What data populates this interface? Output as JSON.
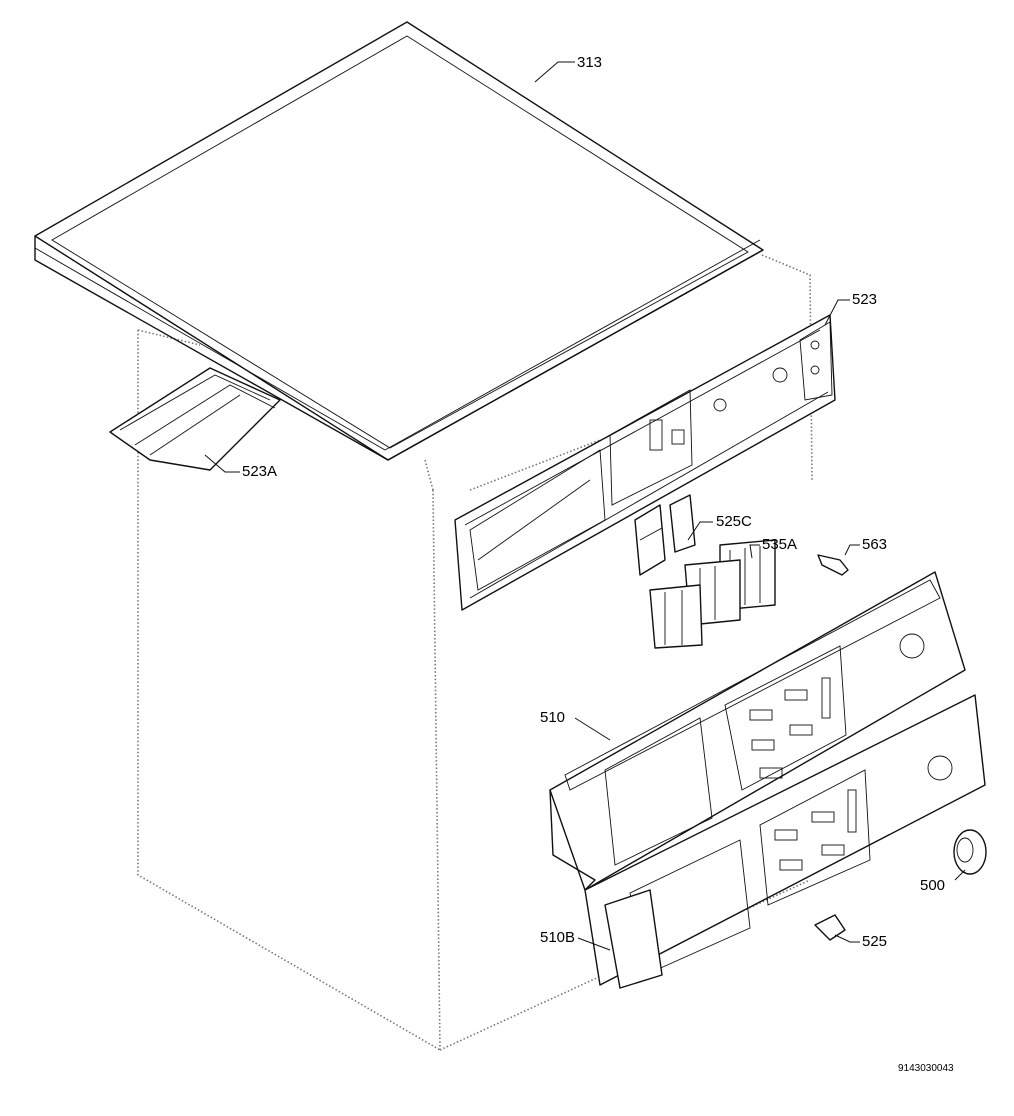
{
  "diagram": {
    "drawing_number": "9143030043",
    "parts": [
      {
        "id": "313"
      },
      {
        "id": "523"
      },
      {
        "id": "523A"
      },
      {
        "id": "525C"
      },
      {
        "id": "535A"
      },
      {
        "id": "563"
      },
      {
        "id": "510"
      },
      {
        "id": "500"
      },
      {
        "id": "510B"
      },
      {
        "id": "525"
      }
    ]
  }
}
